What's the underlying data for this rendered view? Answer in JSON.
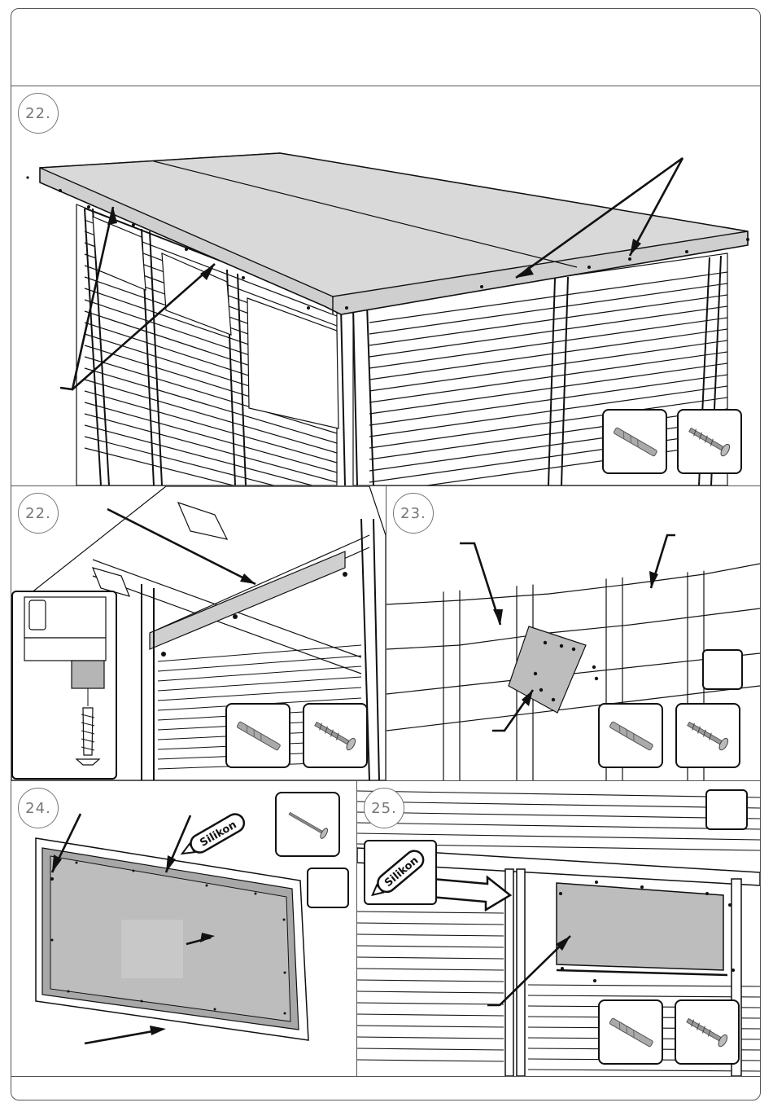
{
  "steps": {
    "step22a": "22.",
    "step22b": "22.",
    "step23": "23.",
    "step24": "24.",
    "step25": "25."
  },
  "labels": {
    "silicone_a": "Silikon",
    "silicone_b": "Silikon"
  },
  "icons": {
    "drill": "drill-bit-icon",
    "screw": "screw-icon",
    "nail": "nail-icon",
    "silicone": "silicone-tube-icon"
  },
  "colors": {
    "line": "#111111",
    "border": "#555555",
    "roof_fill": "#c8c8c8",
    "glass_fill": "#bdbdbd"
  }
}
